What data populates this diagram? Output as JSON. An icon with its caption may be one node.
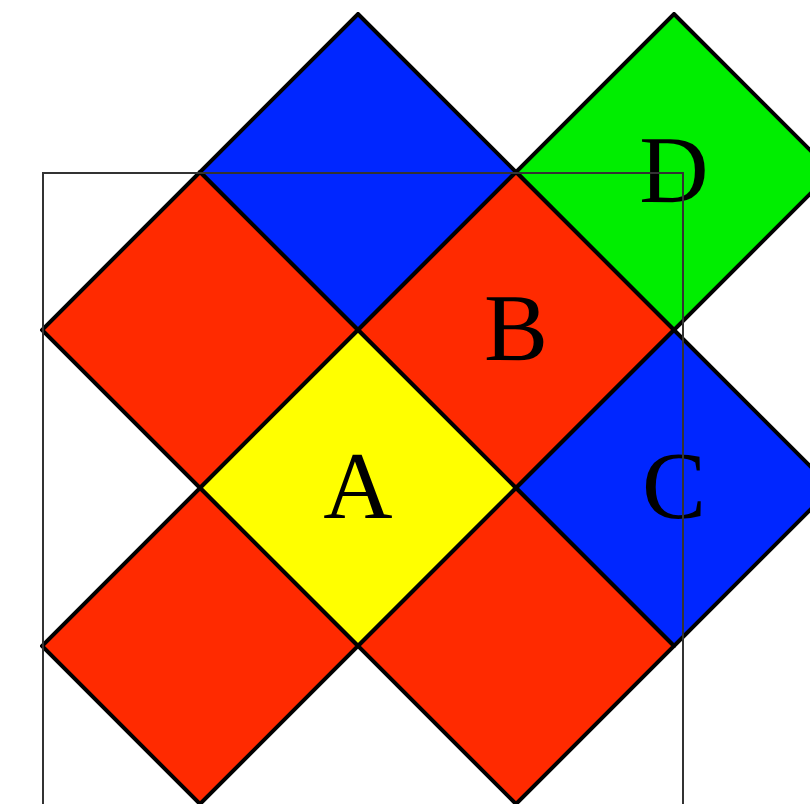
{
  "diagram": {
    "nodes": [
      {
        "text": [],
        "shape": "diamond"
      },
      {
        "text": [
          "D"
        ]
      },
      {
        "text": [],
        "shape": "diamond"
      },
      {
        "text": [
          "B"
        ]
      },
      {
        "text": [
          "A"
        ]
      },
      {
        "text": [
          "C"
        ]
      },
      {
        "text": [],
        "shape": "diamond"
      },
      {
        "text": [],
        "shape": "diamond"
      }
    ]
  }
}
